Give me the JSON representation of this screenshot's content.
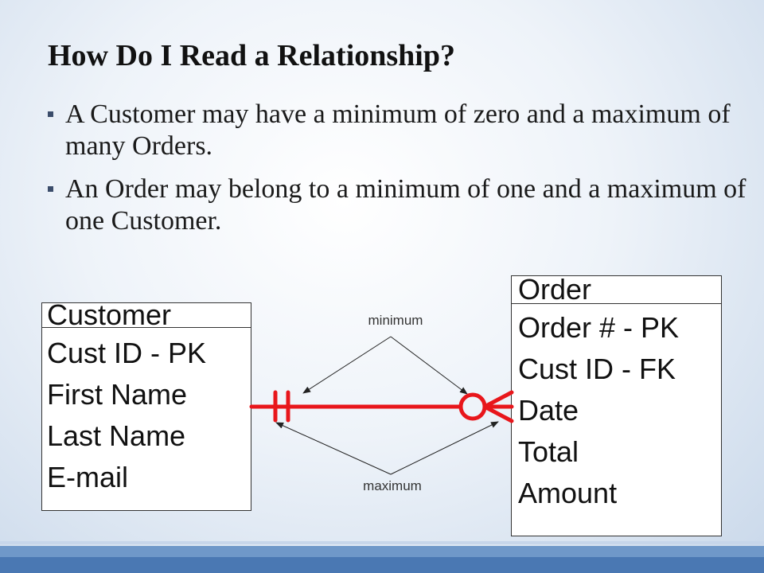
{
  "slide": {
    "title": "How Do I Read a Relationship?",
    "bullets": [
      "A Customer may have a minimum of zero and a maximum of many Orders.",
      "An Order may belong to a minimum of one and a maximum of one Customer."
    ]
  },
  "diagram": {
    "customer": {
      "name": "Customer",
      "attributes": [
        "Cust ID - PK",
        "First Name",
        "Last Name",
        "E-mail"
      ]
    },
    "order": {
      "name": "Order",
      "attributes": [
        "Order # - PK",
        "Cust ID - FK",
        "Date",
        "Total",
        "Amount"
      ]
    },
    "annotations": {
      "top": "minimum",
      "bottom": "maximum"
    },
    "relationship_color": "#e8161b"
  }
}
